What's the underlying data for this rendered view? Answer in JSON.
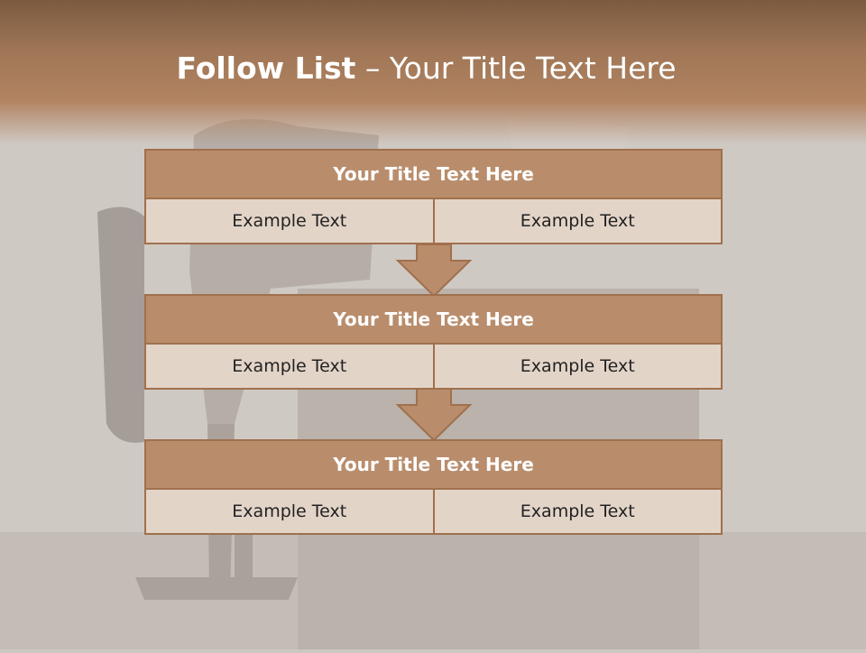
{
  "title": {
    "bold_part": "Follow List",
    "rest_part": " – Your Title Text Here"
  },
  "colors": {
    "header": "#9f7656",
    "block_head": "#b98d6c",
    "block_cell": "#e3d4c8",
    "border": "#a0704d"
  },
  "blocks": [
    {
      "title": "Your Title Text Here",
      "left": "Example Text",
      "right": "Example Text"
    },
    {
      "title": "Your Title Text Here",
      "left": "Example Text",
      "right": "Example Text"
    },
    {
      "title": "Your Title Text Here",
      "left": "Example Text",
      "right": "Example Text"
    }
  ]
}
